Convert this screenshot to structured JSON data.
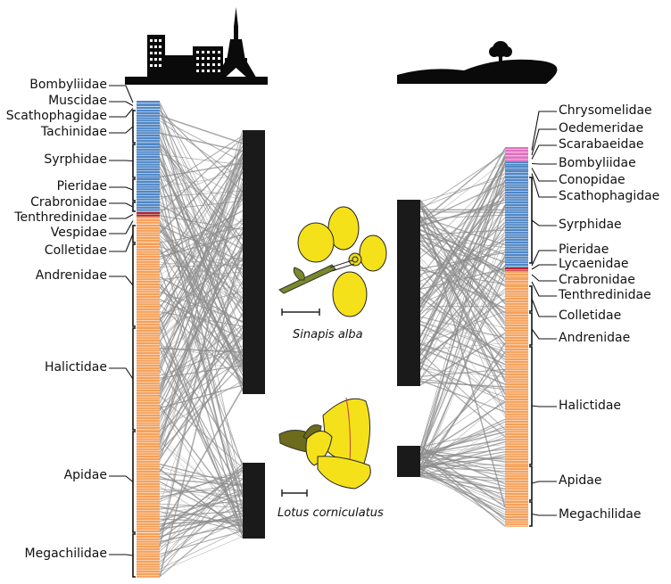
{
  "species": {
    "top": "Sinapis alba",
    "bottom": "Lotus corniculatus"
  },
  "colors": {
    "fly": "#4f86c6",
    "sawfly": "#b5232a",
    "bee": "#f5a05a",
    "beetle": "#e070c0",
    "link": "#8c8c8c",
    "plant": "#1a1a1a"
  },
  "urban_network": {
    "families": [
      "Bombyliidae",
      "Muscidae",
      "Scathophagidae",
      "Tachinidae",
      "Syrphidae",
      "Pieridae",
      "Crabronidae",
      "Tenthredinidae",
      "Vespidae",
      "Colletidae",
      "Andrenidae",
      "Halictidae",
      "Apidae",
      "Megachilidae"
    ]
  },
  "rural_network": {
    "families": [
      "Chrysomelidae",
      "Oedemeridae",
      "Scarabaeidae",
      "Bombyliidae",
      "Conopidae",
      "Scathophagidae",
      "Syrphidae",
      "Pieridae",
      "Lycaenidae",
      "Crabronidae",
      "Tenthredinidae",
      "Colletidae",
      "Andrenidae",
      "Halictidae",
      "Apidae",
      "Megachilidae"
    ]
  }
}
